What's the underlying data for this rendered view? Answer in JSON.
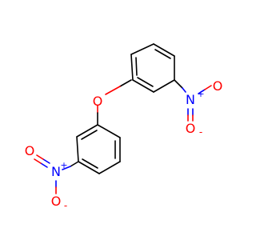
{
  "molecule": {
    "atoms": {
      "ether_oxygen": "O",
      "nitro_top_nitrogen": "N",
      "nitro_top_charge_plus": "+",
      "nitro_top_oxygen_double": "O",
      "nitro_top_oxygen_single": "O",
      "nitro_top_charge_minus": "-",
      "nitro_bottom_nitrogen": "N",
      "nitro_bottom_charge_plus": "+",
      "nitro_bottom_oxygen_double": "O",
      "nitro_bottom_oxygen_single": "O",
      "nitro_bottom_charge_minus": "-"
    },
    "colors": {
      "carbon_bond": "#000000",
      "nitrogen": "#0000ff",
      "oxygen": "#ff0000"
    }
  }
}
